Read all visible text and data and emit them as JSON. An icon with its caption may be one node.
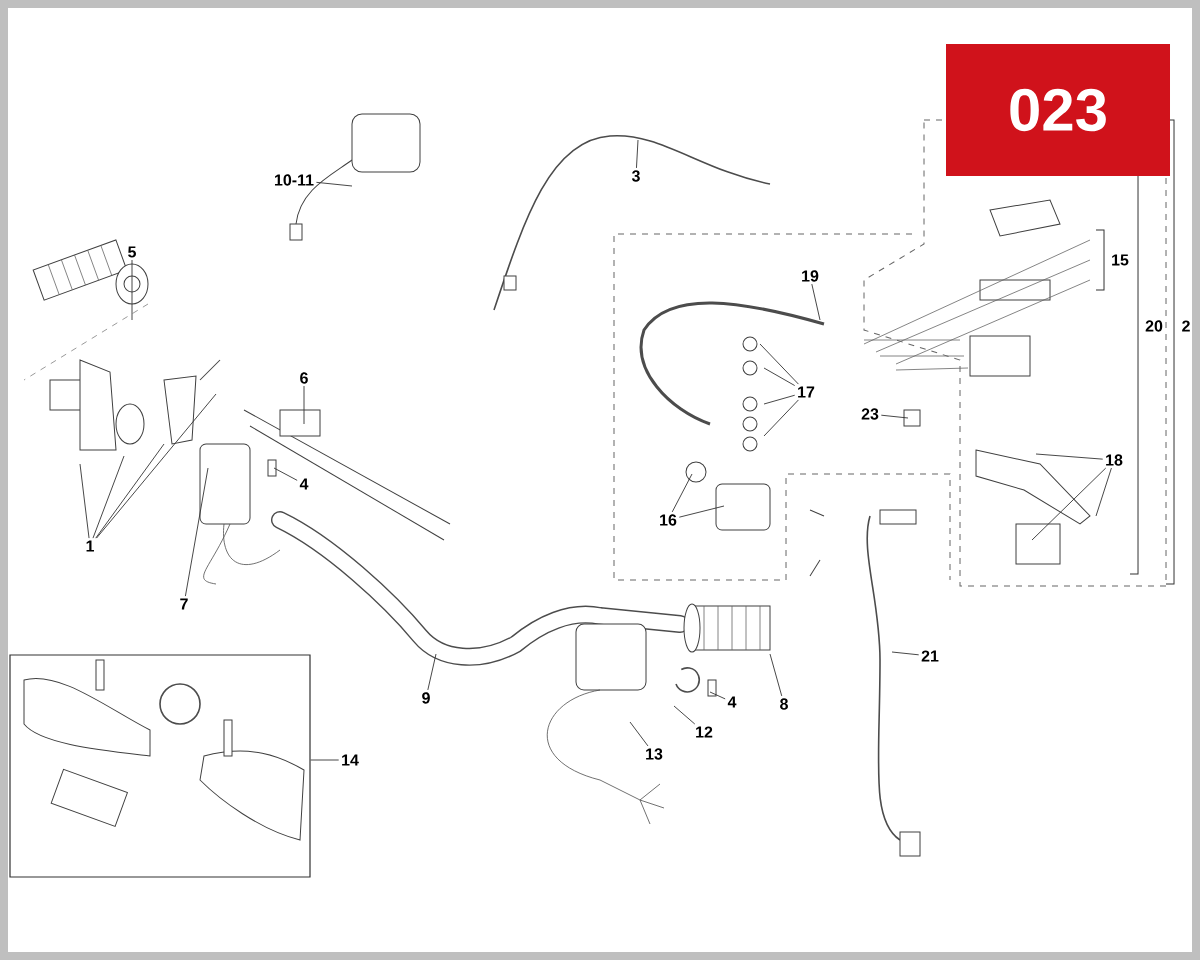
{
  "diagram": {
    "nodes": [
      {
        "text": [
          "023"
        ]
      },
      {
        "text": [
          "3"
        ]
      },
      {
        "text": [
          "10-11"
        ]
      },
      {
        "text": [
          "5"
        ]
      },
      {
        "text": [
          "19"
        ]
      },
      {
        "text": [
          "6"
        ]
      },
      {
        "text": [
          "17"
        ]
      },
      {
        "text": [
          "23"
        ]
      },
      {
        "text": [
          "4"
        ]
      },
      {
        "text": [
          "18"
        ]
      },
      {
        "text": [
          "16"
        ]
      },
      {
        "text": [
          "1"
        ]
      },
      {
        "text": [
          "7"
        ]
      },
      {
        "text": [
          "21"
        ]
      },
      {
        "text": [
          "9"
        ]
      },
      {
        "text": [
          "4"
        ]
      },
      {
        "text": [
          "8"
        ]
      },
      {
        "text": [
          "12"
        ]
      },
      {
        "text": [
          "13"
        ]
      },
      {
        "text": [],
        "shape": "box"
      },
      {
        "text": [
          "14"
        ]
      }
    ],
    "edges": [
      {
        "from": 1,
        "to": null,
        "arrow": "none"
      },
      {
        "from": 2,
        "to": null,
        "arrow": "none"
      },
      {
        "from": 3,
        "to": null,
        "arrow": "none"
      },
      {
        "from": 4,
        "to": null,
        "arrow": "none"
      },
      {
        "from": 5,
        "to": null,
        "arrow": "none"
      },
      {
        "from": 6,
        "to": null,
        "arrow": "none"
      },
      {
        "from": 6,
        "to": null,
        "arrow": "none"
      },
      {
        "from": 6,
        "to": null,
        "arrow": "none"
      },
      {
        "from": 6,
        "to": null,
        "arrow": "none"
      },
      {
        "from": 7,
        "to": null,
        "arrow": "none"
      },
      {
        "from": 8,
        "to": null,
        "arrow": "none"
      },
      {
        "from": 9,
        "to": null,
        "arrow": "none"
      },
      {
        "from": 9,
        "to": null,
        "arrow": "none"
      },
      {
        "from": 9,
        "to": null,
        "arrow": "none"
      },
      {
        "from": 10,
        "to": null,
        "arrow": "none"
      },
      {
        "from": 10,
        "to": null,
        "arrow": "none"
      },
      {
        "from": 11,
        "to": null,
        "arrow": "none"
      },
      {
        "from": 11,
        "to": null,
        "arrow": "none"
      },
      {
        "from": 11,
        "to": null,
        "arrow": "none"
      },
      {
        "from": 11,
        "to": null,
        "arrow": "none"
      },
      {
        "from": 12,
        "to": null,
        "arrow": "none"
      },
      {
        "from": 13,
        "to": null,
        "arrow": "none"
      },
      {
        "from": 14,
        "to": null,
        "arrow": "none"
      },
      {
        "from": 15,
        "to": null,
        "arrow": "none"
      },
      {
        "from": 16,
        "to": null,
        "arrow": "none"
      },
      {
        "from": 17,
        "to": null,
        "arrow": "none"
      },
      {
        "from": 18,
        "to": null,
        "arrow": "none"
      },
      {
        "from": 20,
        "to": 19,
        "arrow": "none"
      }
    ],
    "labels": [
      "15",
      "20",
      "2"
    ]
  }
}
